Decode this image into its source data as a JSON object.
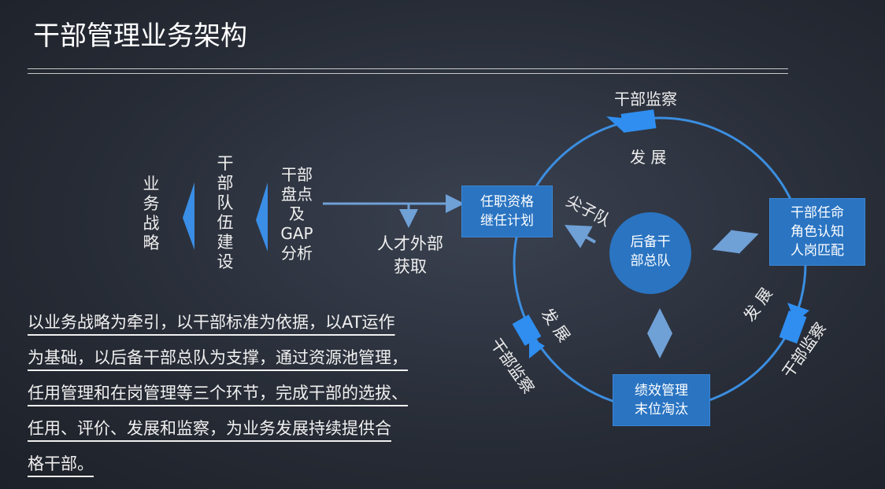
{
  "title": "干部管理业务架构",
  "left_chain": {
    "strategy": "业务战略",
    "team": "干部队伍建设",
    "inventory": [
      "干部",
      "盘点",
      "及",
      "GAP",
      "分析"
    ],
    "external": [
      "人才外部",
      "获取"
    ]
  },
  "diagram": {
    "center": [
      "后备干",
      "部总队"
    ],
    "box_qualification": [
      "任职资格",
      "继任计划"
    ],
    "box_appointment": [
      "干部任命",
      "角色认知",
      "人岗匹配"
    ],
    "box_performance": [
      "绩效管理",
      "末位淘汰"
    ],
    "spike_team": "尖子队",
    "supervision": "干部监察",
    "development": "发 展"
  },
  "paragraph": [
    "以业务战略为牵引，以干部标准为依据，以AT运作",
    "为基础，以后备干部总队为支撑，通过资源池管理，",
    "任用管理和在岗管理等三个环节，完成干部的选拔、",
    "任用、评价、发展和监察，为业务发展持续提供合",
    "格干部。"
  ],
  "colors": {
    "accent": "#2a74c2",
    "ring": "#3b8ee0",
    "arrow": "#6fa0d6"
  }
}
